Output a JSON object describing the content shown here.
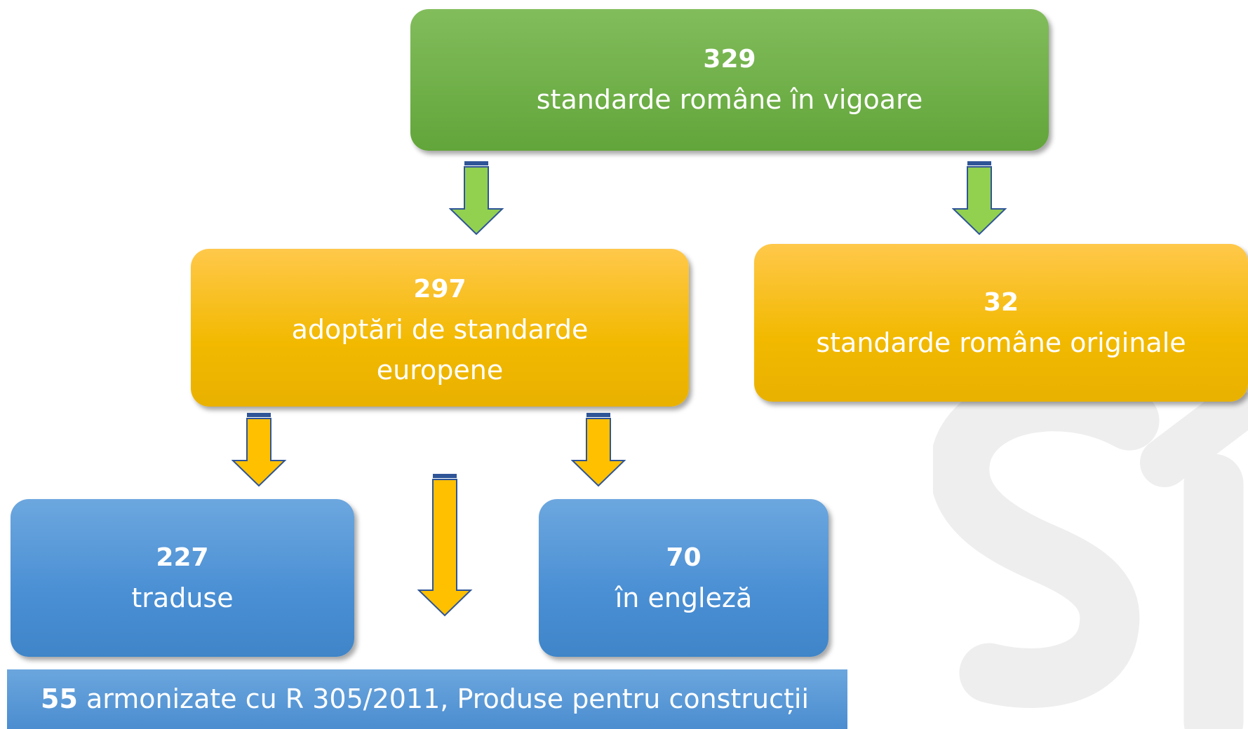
{
  "colors": {
    "green": "#6aaa44",
    "orange": "#ffc000",
    "blue": "#5b9bd5",
    "arrow_green": "#92d050",
    "arrow_orange": "#ffc000",
    "arrow_outline": "#2f5597"
  },
  "nodes": {
    "root": {
      "count": "329",
      "label": "standarde române în vigoare"
    },
    "european": {
      "count": "297",
      "label_line1": "adoptări de standarde",
      "label_line2": "europene"
    },
    "original": {
      "count": "32",
      "label": "standarde române originale"
    },
    "translated": {
      "count": "227",
      "label": "traduse"
    },
    "english": {
      "count": "70",
      "label": "în engleză"
    }
  },
  "banner": {
    "count": "55",
    "text": " armonizate cu R 305/2011, Produse pentru construcții"
  },
  "watermark": {
    "icon": "sr-logo-watermark"
  }
}
